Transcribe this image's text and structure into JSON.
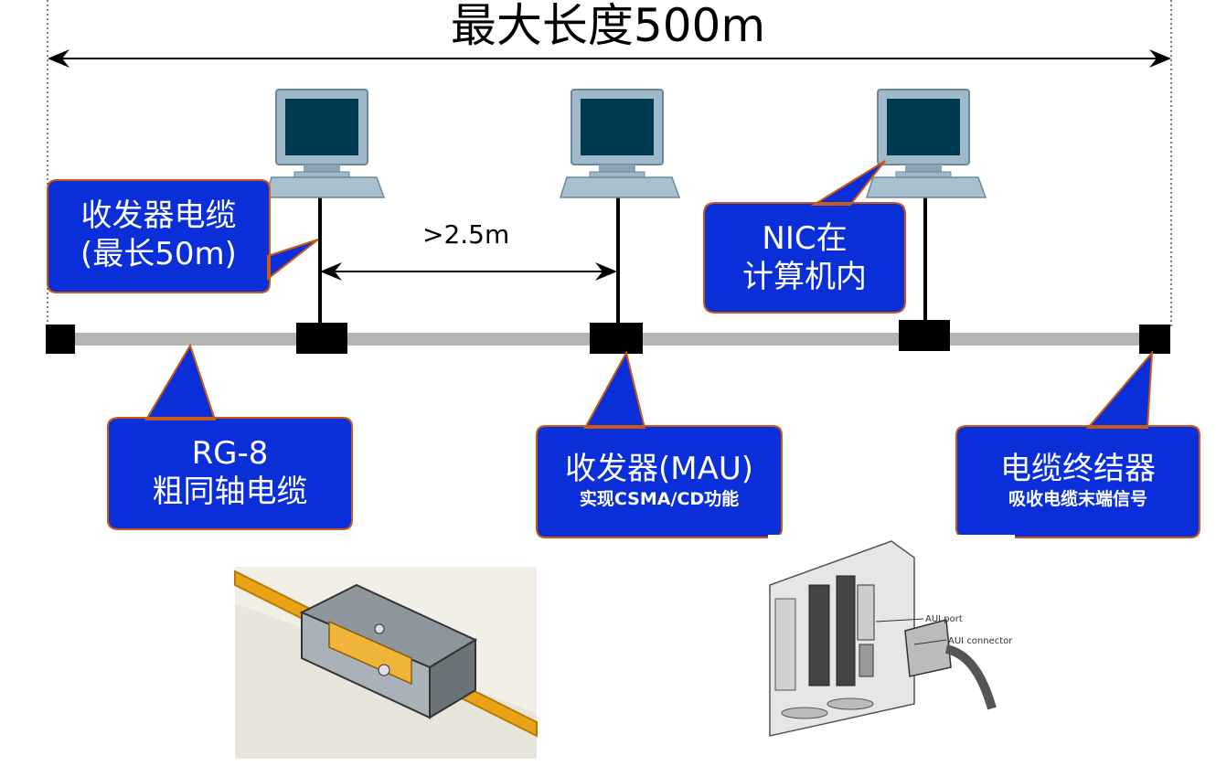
{
  "title": "最大长度500m",
  "spacing_label": ">2.5m",
  "callouts": {
    "transceiver_cable": {
      "line1": "收发器电缆",
      "line2": "(最长50m)"
    },
    "nic": {
      "line1": "NIC在",
      "line2": "计算机内"
    },
    "coax": {
      "line1": "RG-8",
      "line2": "粗同轴电缆"
    },
    "mau": {
      "line1": "收发器(MAU)",
      "line2": "实现CSMA/CD功能"
    },
    "terminator": {
      "line1": "电缆终结器",
      "line2": "吸收电缆末端信号"
    }
  },
  "photo_labels": {
    "aui_port": "AUI port",
    "aui_connector": "AUI connector"
  },
  "colors": {
    "callout_fill": "#0a2fd8",
    "callout_border": "#c85a14",
    "cable": "#b4b4b4",
    "monitor_screen": "#003a52"
  }
}
